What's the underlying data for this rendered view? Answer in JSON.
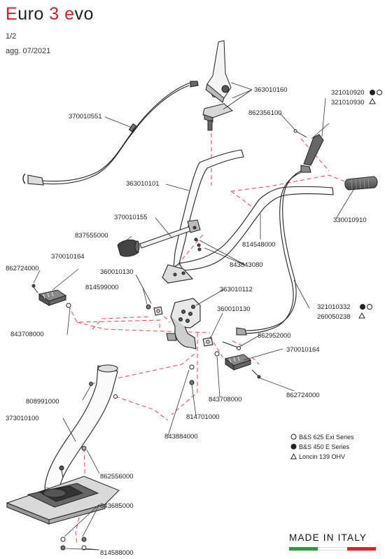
{
  "title": {
    "part1": "E",
    "part2": "uro ",
    "part3": "3",
    "part4": " ",
    "part5": "e",
    "part6": "vo"
  },
  "sheet": "1/2",
  "date": "agg. 07/2021",
  "parts": [
    {
      "id": "p363010160",
      "label": "363010160"
    },
    {
      "id": "p321010920",
      "label": "321010920"
    },
    {
      "id": "p321010930",
      "label": "321010930"
    },
    {
      "id": "p370010551",
      "label": "370010551"
    },
    {
      "id": "p862356100",
      "label": "862356100"
    },
    {
      "id": "p363010101",
      "label": "363010101"
    },
    {
      "id": "p330010910",
      "label": "330010910"
    },
    {
      "id": "p370010155",
      "label": "370010155"
    },
    {
      "id": "p837555000",
      "label": "837555000"
    },
    {
      "id": "p814548000",
      "label": "814548000"
    },
    {
      "id": "p843843080",
      "label": "843843080"
    },
    {
      "id": "p370010164a",
      "label": "370010164"
    },
    {
      "id": "p862724000a",
      "label": "862724000"
    },
    {
      "id": "p360010130a",
      "label": "360010130"
    },
    {
      "id": "p814599000",
      "label": "814599000"
    },
    {
      "id": "p363010112",
      "label": "363010112"
    },
    {
      "id": "p321010332",
      "label": "321010332"
    },
    {
      "id": "p260050238",
      "label": "260050238"
    },
    {
      "id": "p360010130b",
      "label": "360010130"
    },
    {
      "id": "p843708000a",
      "label": "843708000"
    },
    {
      "id": "p862952000",
      "label": "862952000"
    },
    {
      "id": "p370010164b",
      "label": "370010164"
    },
    {
      "id": "p808991000",
      "label": "808991000"
    },
    {
      "id": "p843708000b",
      "label": "843708000"
    },
    {
      "id": "p862724000b",
      "label": "862724000"
    },
    {
      "id": "p373010100",
      "label": "373010100"
    },
    {
      "id": "p814701000",
      "label": "814701000"
    },
    {
      "id": "p843884000",
      "label": "843884000"
    },
    {
      "id": "p862556000",
      "label": "862556000"
    },
    {
      "id": "p843685000",
      "label": "843685000"
    },
    {
      "id": "p814588000",
      "label": "814588000"
    }
  ],
  "legend": [
    {
      "symbol": "open-circle",
      "label": "B&S 625 Exi Series"
    },
    {
      "symbol": "filled-circle",
      "label": "B&S 450 E Series"
    },
    {
      "symbol": "triangle",
      "label": "Loncin 139 OHV"
    }
  ],
  "made_in": "MADE IN ITALY",
  "colors": {
    "accent": "#c8202f",
    "flag_green": "#2e9a3f",
    "flag_white": "#ffffff",
    "flag_red": "#d22630",
    "leader": "#333333",
    "dash": "#e0474f"
  }
}
